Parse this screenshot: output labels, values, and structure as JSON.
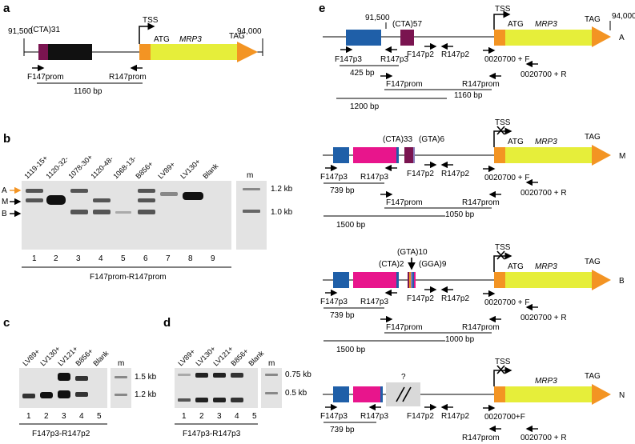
{
  "panel_labels": {
    "a": "a",
    "b": "b",
    "c": "c",
    "d": "d",
    "e": "e"
  },
  "colors": {
    "blue": "#1f5fa8",
    "magenta": "#e8158c",
    "maroon": "#7a1450",
    "black": "#111111",
    "orange": "#f39423",
    "yellow": "#e6ee3a",
    "gel_bg": "#e3e3e3",
    "gray_box": "#d9d9d9"
  },
  "panel_a": {
    "start_coord": "91,500",
    "end_coord": "94,000",
    "repeat": "(CTA)31",
    "tss": "TSS",
    "atg": "ATG",
    "gene": "MRP3",
    "tag": "TAG",
    "primer_f": "F147prom",
    "primer_r": "R147prom",
    "amplicon": "1160 bp"
  },
  "panel_b": {
    "lanes": [
      "1119-15+",
      "1120-32-",
      "1078-30+",
      "1120-48-",
      "1068-13-",
      "B856+",
      "LV89+",
      "LV130+",
      "Blank"
    ],
    "lane_numbers": [
      "1",
      "2",
      "3",
      "4",
      "5",
      "6",
      "7",
      "8",
      "9"
    ],
    "marker": "m",
    "sizes": [
      "1.2 kb",
      "1.0 kb"
    ],
    "bands": [
      "A",
      "M",
      "B"
    ],
    "caption": "F147prom-R147prom"
  },
  "panel_c": {
    "lanes": [
      "LV89+",
      "LV130+",
      "LV121+",
      "B856+",
      "Blank"
    ],
    "lane_numbers": [
      "1",
      "2",
      "3",
      "4",
      "5"
    ],
    "marker": "m",
    "sizes": [
      "1.5 kb",
      "1.2 kb"
    ],
    "caption": "F147p3-R147p2"
  },
  "panel_d": {
    "lanes": [
      "LV89+",
      "LV130+",
      "LV121+",
      "B856+",
      "Blank"
    ],
    "lane_numbers": [
      "1",
      "2",
      "3",
      "4",
      "5"
    ],
    "marker": "m",
    "sizes": [
      "0.75 kb",
      "0.5 kb"
    ],
    "caption": "F147p3-R147p3"
  },
  "panel_e": {
    "start_coord": "91,500",
    "end_coord": "94,000",
    "tss": "TSS",
    "atg": "ATG",
    "gene": "MRP3",
    "tag": "TAG",
    "f147p3": "F147p3",
    "r147p3": "R147p3",
    "f147p2": "F147p2",
    "r147p2": "R147p2",
    "f147prom": "F147prom",
    "r147prom": "R147prom",
    "p0020700f": "0020700 + F",
    "p0020700r": "0020700 + R",
    "p0020700f_n": "0020700+F",
    "allele_a": {
      "label": "A",
      "repeat": "(CTA)57",
      "amp1": "425 bp",
      "amp2": "1160 bp",
      "amp3": "1200 bp"
    },
    "allele_m": {
      "label": "M",
      "repeat1": "(CTA)33",
      "repeat2": "(GTA)6",
      "amp1": "739 bp",
      "amp2": "1050 bp",
      "amp3": "1500 bp"
    },
    "allele_b": {
      "label": "B",
      "repeat1": "(GTA)10",
      "repeat2": "(CTA)2",
      "repeat3": "(GGA)9",
      "amp1": "739 bp",
      "amp2": "1000 bp",
      "amp3": "1500 bp"
    },
    "allele_n": {
      "label": "N",
      "unknown": "?",
      "amp1": "739 bp"
    }
  }
}
